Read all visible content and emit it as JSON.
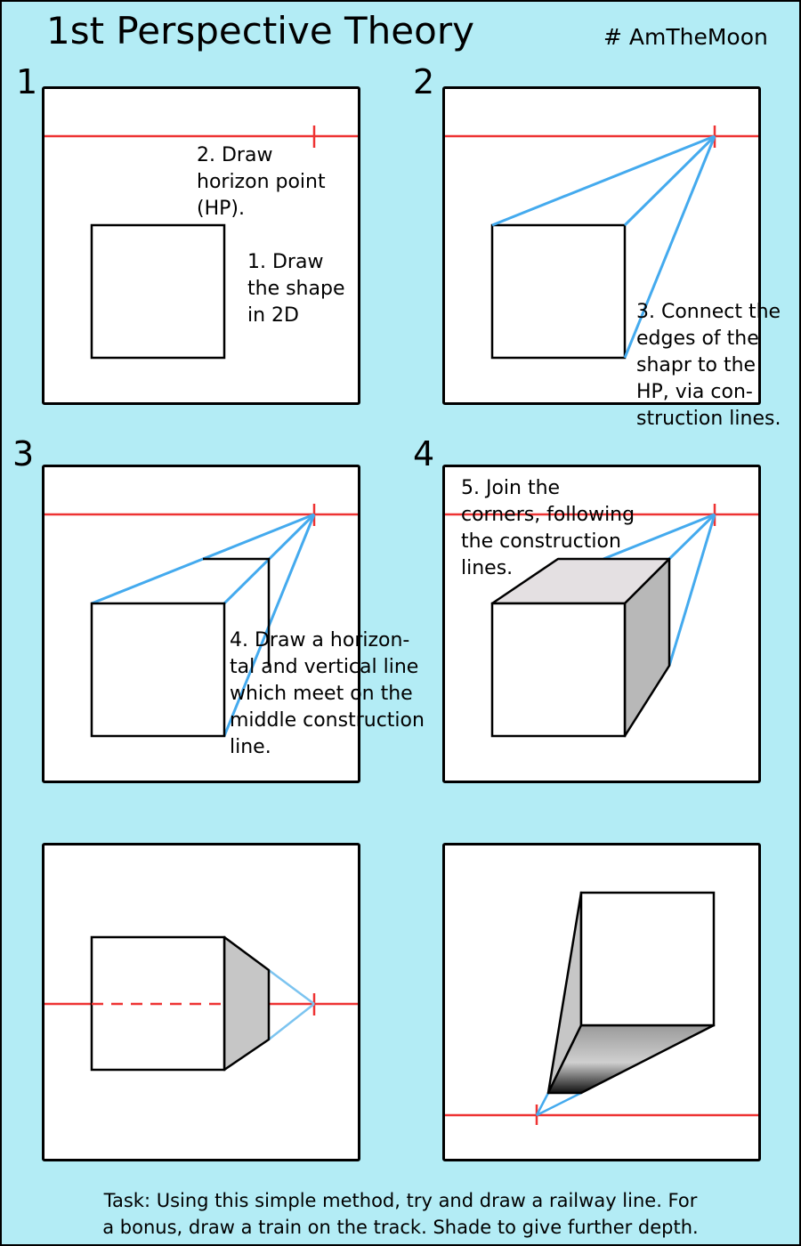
{
  "title": "1st Perspective Theory",
  "hashtag": "# AmTheMoon",
  "steps": [
    "1",
    "2",
    "3",
    "4"
  ],
  "notes": {
    "draw_hp": "2. Draw\nhorizon point\n(HP).",
    "draw_shape": "1. Draw\nthe shape\nin 2D",
    "connect": "3. Connect the\nedges of the\nshapr to the\nHP, via con-\nstruction lines.",
    "horiz_vert": "4. Draw a horizon-\ntal and vertical line\nwhich meet on the\nmiddle construction\nline.",
    "join": "5. Join the\ncorners, following\nthe construction\nlines."
  },
  "task": "Task: Using this simple method, try and draw a railway line. For\na bonus, draw a train on the track. Shade to give further depth.",
  "colors": {
    "background": "#b3ecf5",
    "horizon_line": "#ee3333",
    "construction_line": "#44aaee",
    "top_face": "#e4e0e2",
    "side_face": "#b8b8b8"
  }
}
